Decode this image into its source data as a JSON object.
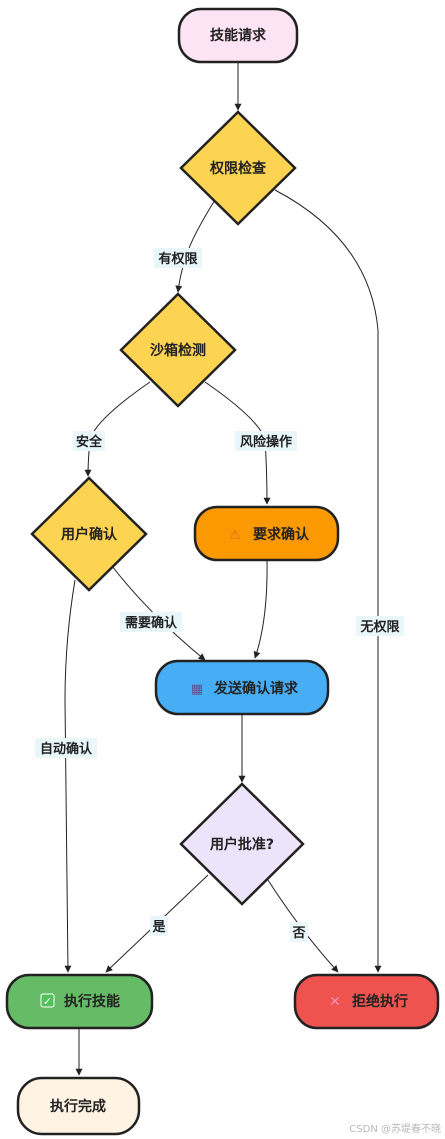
{
  "nodes": {
    "skill_request": {
      "label": "技能请求",
      "fill": "#fde4f4"
    },
    "permission_check": {
      "label": "权限检查",
      "fill": "#fdd352"
    },
    "sandbox_check": {
      "label": "沙箱检测",
      "fill": "#fdd352"
    },
    "user_confirm": {
      "label": "用户确认",
      "fill": "#fdd352"
    },
    "require_confirm": {
      "label": "要求确认",
      "icon": "⚠",
      "icon_name": "warning-icon",
      "fill": "#fb9903"
    },
    "send_confirm_request": {
      "label": "发送确认请求",
      "icon": "▦",
      "icon_name": "phone-icon",
      "fill": "#47aef5"
    },
    "user_approve": {
      "label": "用户批准?",
      "fill": "#ece4fb"
    },
    "execute_skill": {
      "label": "执行技能",
      "icon": "✓",
      "icon_name": "check-icon",
      "fill": "#66bb66"
    },
    "reject_execution": {
      "label": "拒绝执行",
      "icon": "✕",
      "icon_name": "cross-icon",
      "fill": "#ef5350"
    },
    "execution_complete": {
      "label": "执行完成",
      "fill": "#fff3e3"
    }
  },
  "edge_labels": {
    "has_permission": "有权限",
    "no_permission": "无权限",
    "safe": "安全",
    "risky_operation": "风险操作",
    "needs_confirm": "需要确认",
    "auto_confirm": "自动确认",
    "yes": "是",
    "no": "否"
  },
  "watermark": "CSDN @苏堤春不晓"
}
